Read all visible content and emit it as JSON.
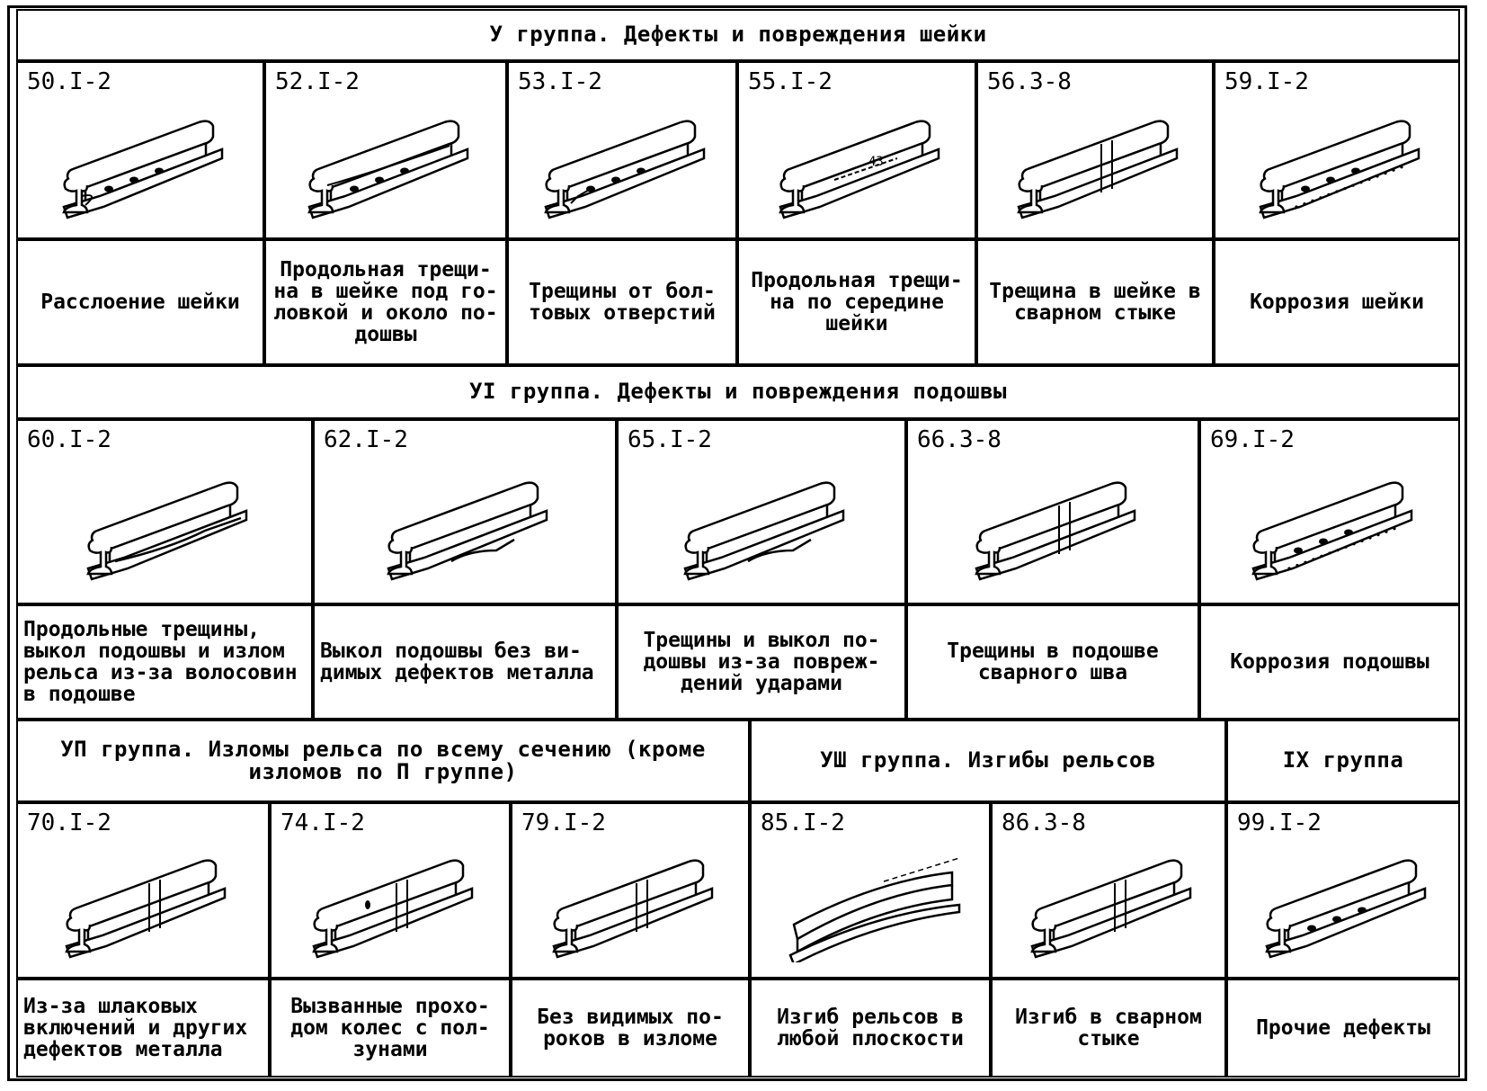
{
  "groups": {
    "g5": {
      "title": "У группа. Дефекты и повреждения шейки"
    },
    "g6": {
      "title": "УI группа. Дефекты и повреждения подошвы"
    },
    "g7": {
      "title": "УП группа. Изломы рельса по всему сечению (кроме изломов по П группе)"
    },
    "g8": {
      "title": "УШ группа. Изгибы рельсов"
    },
    "g9": {
      "title": "IX группа"
    }
  },
  "row1": [
    {
      "code": "50.I-2",
      "desc": "Расслоение шейки",
      "icon": "rail-neck-delamination-icon"
    },
    {
      "code": "52.I-2",
      "desc": "Продольная трещи-на в шейке под го-ловкой и около по-дошвы",
      "icon": "rail-longitudinal-crack-icon"
    },
    {
      "code": "53.I-2",
      "desc": "Трещины от бол-товых отверстий",
      "icon": "rail-bolt-hole-crack-icon"
    },
    {
      "code": "55.I-2",
      "desc": "Продольная трещи-на по середине шейки",
      "icon": "rail-mid-neck-crack-icon"
    },
    {
      "code": "56.3-8",
      "desc": "Трещина в шейке в сварном стыке",
      "icon": "rail-weld-neck-crack-icon"
    },
    {
      "code": "59.I-2",
      "desc": "Коррозия шейки",
      "icon": "rail-neck-corrosion-icon"
    }
  ],
  "row2": [
    {
      "code": "60.I-2",
      "desc": "Продольные трещины, выкол подошвы и излом рельса из-за волосовин в подошве",
      "icon": "rail-base-split-icon"
    },
    {
      "code": "62.I-2",
      "desc": "Выкол подошвы без ви-димых дефектов металла",
      "icon": "rail-base-chip-icon"
    },
    {
      "code": "65.I-2",
      "desc": "Трещины и выкол по-дошвы из-за повреж-дений ударами",
      "icon": "rail-base-impact-icon"
    },
    {
      "code": "66.3-8",
      "desc": "Трещины в подошве сварного шва",
      "icon": "rail-weld-base-crack-icon"
    },
    {
      "code": "69.I-2",
      "desc": "Коррозия подошвы",
      "icon": "rail-base-corrosion-icon"
    }
  ],
  "row3": [
    {
      "code": "70.I-2",
      "desc": "Из-за шлаковых включений и других дефектов металла",
      "icon": "rail-fracture-slag-icon"
    },
    {
      "code": "74.I-2",
      "desc": "Вызванные прохо-дом колес с пол-зунами",
      "icon": "rail-fracture-wheel-icon"
    },
    {
      "code": "79.I-2",
      "desc": "Без видимых по-роков в изломе",
      "icon": "rail-fracture-clean-icon"
    },
    {
      "code": "85.I-2",
      "desc": "Изгиб рельсов в любой плоскости",
      "icon": "rail-bend-icon"
    },
    {
      "code": "86.3-8",
      "desc": "Изгиб в сварном стыке",
      "icon": "rail-weld-bend-icon"
    },
    {
      "code": "99.I-2",
      "desc": "Прочие дефекты",
      "icon": "rail-other-defect-icon"
    }
  ]
}
